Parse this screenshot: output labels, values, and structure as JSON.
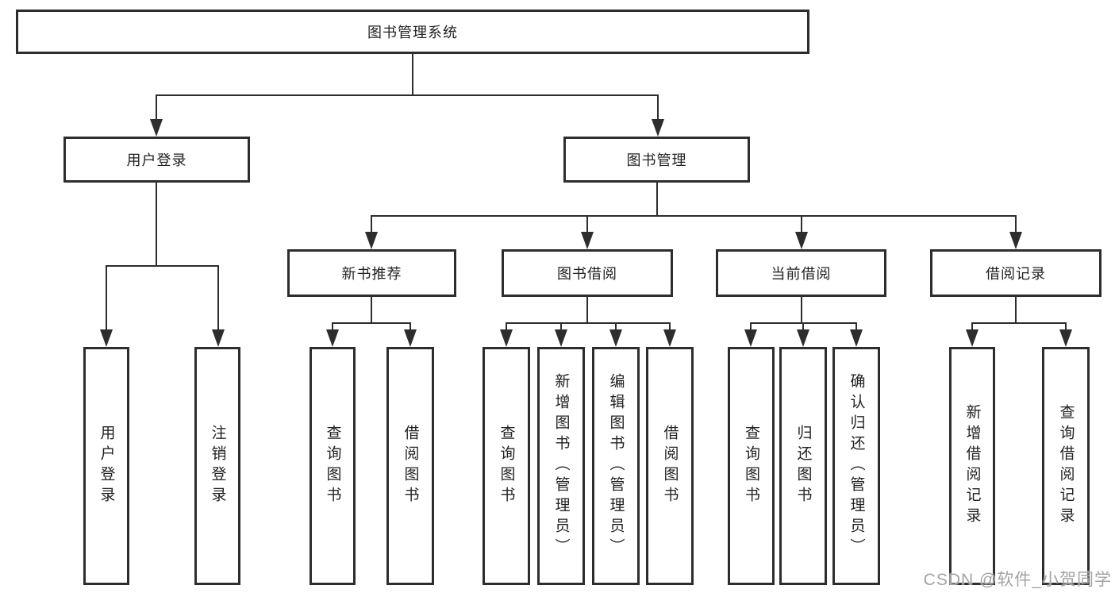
{
  "diagram": {
    "root": {
      "label": "图书管理系统"
    },
    "branches": [
      {
        "label": "用户登录",
        "leaves": [
          "用户登录",
          "注销登录"
        ]
      },
      {
        "label": "图书管理",
        "groups": [
          {
            "label": "新书推荐",
            "leaves": [
              "查询图书",
              "借阅图书"
            ]
          },
          {
            "label": "图书借阅",
            "leaves": [
              "查询图书",
              "新增图书（管理员）",
              "编辑图书（管理员）",
              "借阅图书"
            ]
          },
          {
            "label": "当前借阅",
            "leaves": [
              "查询图书",
              "归还图书",
              "确认归还（管理员）"
            ]
          },
          {
            "label": "借阅记录",
            "leaves": [
              "新增借阅记录",
              "查询借阅记录"
            ]
          }
        ]
      }
    ]
  },
  "watermark": {
    "text": "CSDN @软件_小贺同学"
  },
  "colors": {
    "line": "#2d2d2d",
    "box_border": "#2d2d2d",
    "text": "#222222",
    "background": "#ffffff",
    "watermark": "#a3a3a3"
  }
}
